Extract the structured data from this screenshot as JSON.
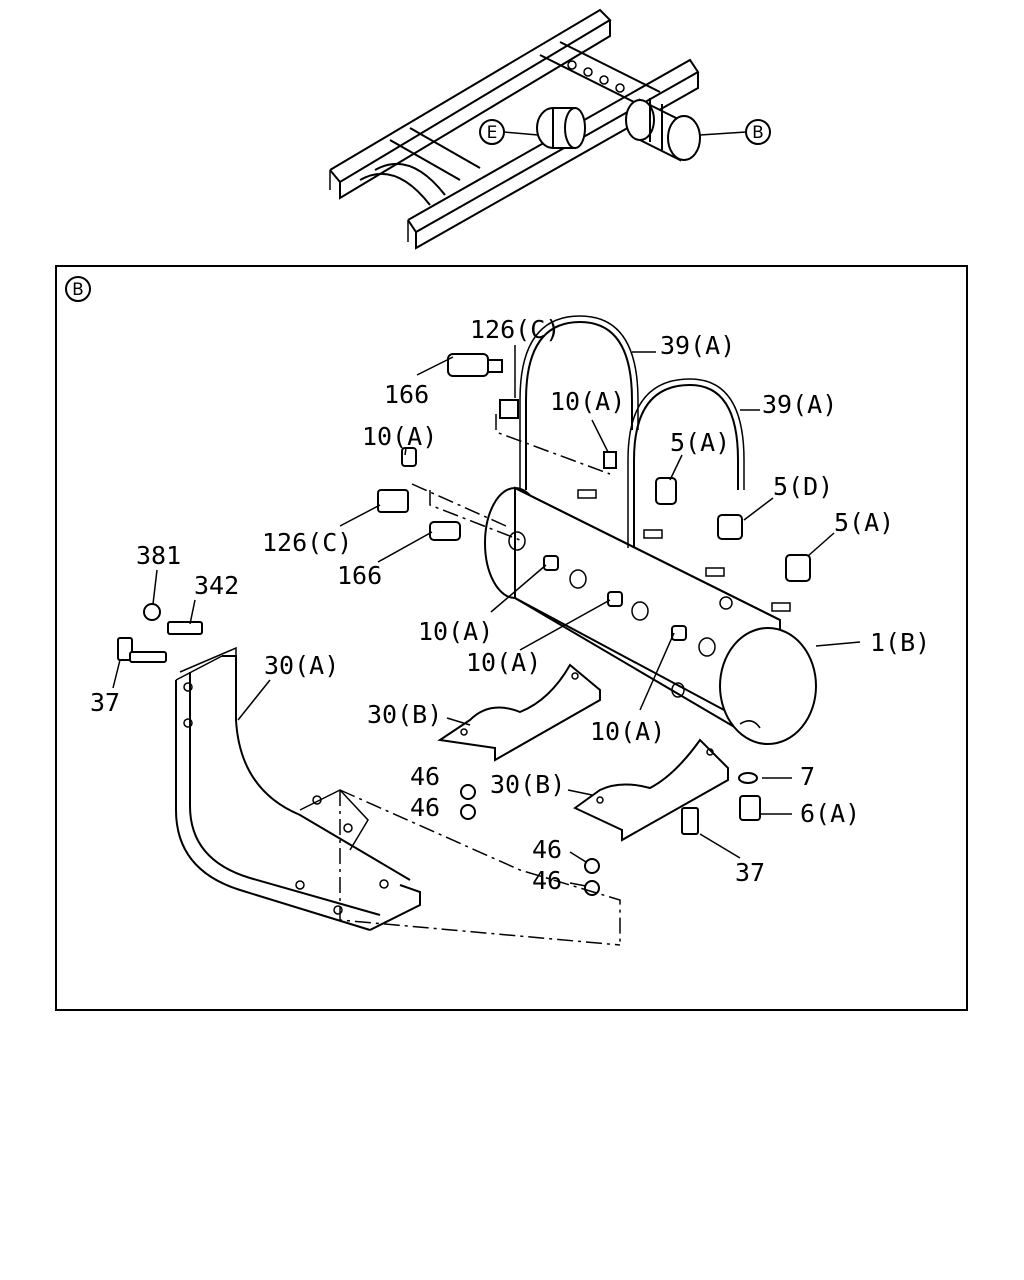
{
  "overview": {
    "callout_e": "E",
    "callout_b": "B"
  },
  "detail": {
    "view_marker": "B"
  },
  "labels": [
    {
      "id": "l126c_top",
      "text": "126(C)"
    },
    {
      "id": "l39a_1",
      "text": "39(A)"
    },
    {
      "id": "l39a_2",
      "text": "39(A)"
    },
    {
      "id": "l166_top",
      "text": "166"
    },
    {
      "id": "l10a_top",
      "text": "10(A)"
    },
    {
      "id": "l10a_left",
      "text": "10(A)"
    },
    {
      "id": "l5a_1",
      "text": "5(A)"
    },
    {
      "id": "l5d",
      "text": "5(D)"
    },
    {
      "id": "l5a_2",
      "text": "5(A)"
    },
    {
      "id": "l126c_mid",
      "text": "126(C)"
    },
    {
      "id": "l166_mid",
      "text": "166"
    },
    {
      "id": "l381",
      "text": "381"
    },
    {
      "id": "l342",
      "text": "342"
    },
    {
      "id": "l1b",
      "text": "1(B)"
    },
    {
      "id": "l30a",
      "text": "30(A)"
    },
    {
      "id": "l37_left",
      "text": "37"
    },
    {
      "id": "l10a_mid1",
      "text": "10(A)"
    },
    {
      "id": "l10a_mid2",
      "text": "10(A)"
    },
    {
      "id": "l30b_1",
      "text": "30(B)"
    },
    {
      "id": "l10a_mid3",
      "text": "10(A)"
    },
    {
      "id": "l7",
      "text": "7"
    },
    {
      "id": "l46_1",
      "text": "46"
    },
    {
      "id": "l30b_2",
      "text": "30(B)"
    },
    {
      "id": "l6a",
      "text": "6(A)"
    },
    {
      "id": "l46_2",
      "text": "46"
    },
    {
      "id": "l46_3",
      "text": "46"
    },
    {
      "id": "l37_right",
      "text": "37"
    },
    {
      "id": "l46_4",
      "text": "46"
    }
  ]
}
